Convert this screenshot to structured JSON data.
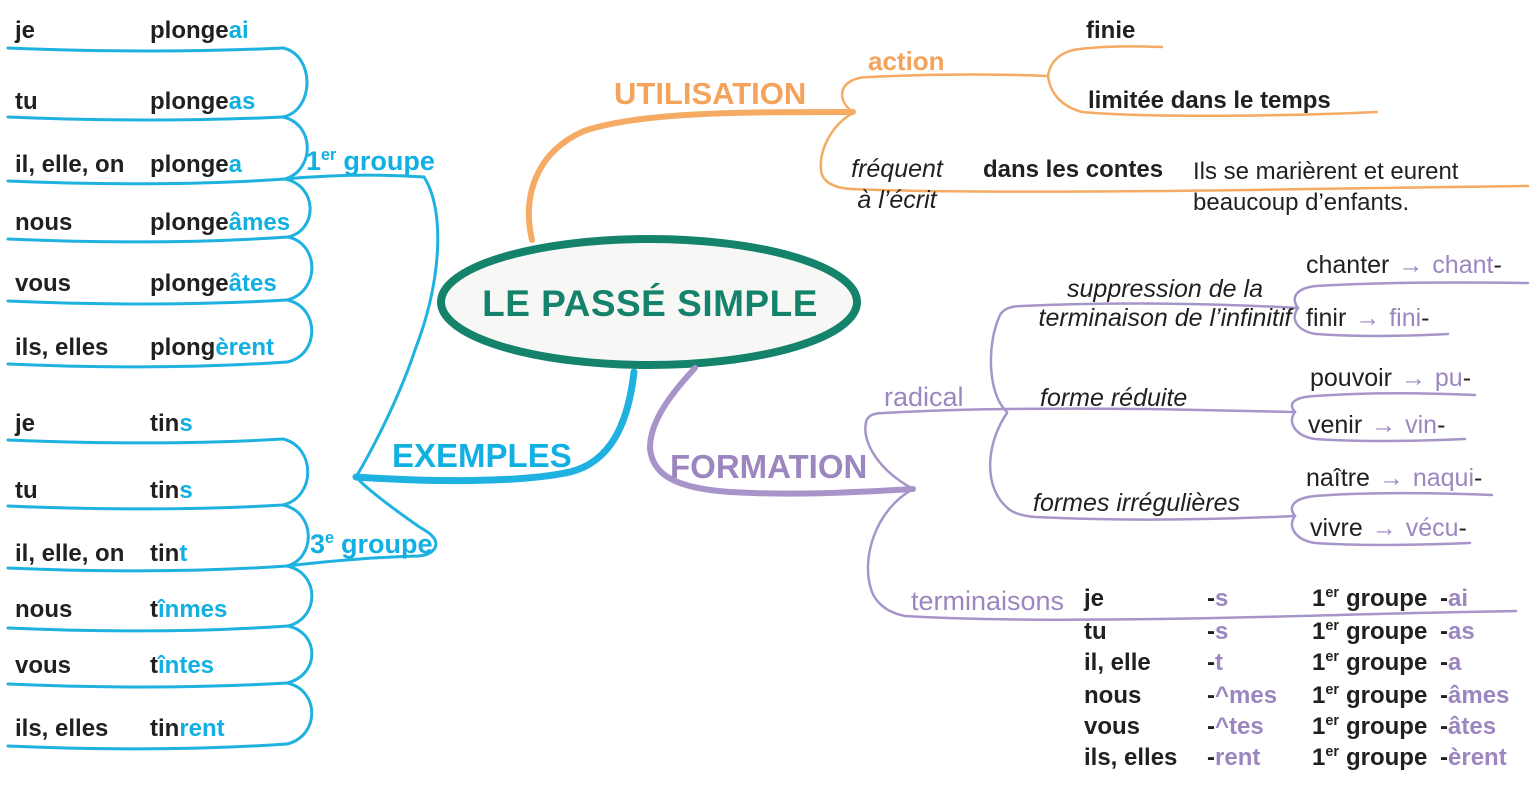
{
  "title": "LE PASSÉ SIMPLE",
  "symbols": {
    "dash": "-",
    "arrow": "→"
  },
  "colors": {
    "green": "#15836b",
    "cyan": "#12b0e2",
    "orange": "#f3a35c",
    "purple": "#9c86c0",
    "text": "#221f1f"
  },
  "exemples": {
    "label": "EXEMPLES",
    "group1": {
      "label_num": "1",
      "label_sup": "er",
      "label_word": "groupe",
      "rows": [
        {
          "pronoun": "je",
          "stem": "plonge",
          "ending": "ai"
        },
        {
          "pronoun": "tu",
          "stem": "plonge",
          "ending": "as"
        },
        {
          "pronoun": "il, elle, on",
          "stem": "plonge",
          "ending": "a"
        },
        {
          "pronoun": "nous",
          "stem": "plonge",
          "ending": "âmes"
        },
        {
          "pronoun": "vous",
          "stem": "plonge",
          "ending": "âtes"
        },
        {
          "pronoun": "ils, elles",
          "stem": "plong",
          "ending": "èrent"
        }
      ]
    },
    "group3": {
      "label_num": "3",
      "label_sup": "e",
      "label_word": "groupe",
      "rows": [
        {
          "pronoun": "je",
          "stem": "tin",
          "ending": "s"
        },
        {
          "pronoun": "tu",
          "stem": "tin",
          "ending": "s"
        },
        {
          "pronoun": "il, elle, on",
          "stem": "tin",
          "ending": "t"
        },
        {
          "pronoun": "nous",
          "stem": "t",
          "ending": "înmes"
        },
        {
          "pronoun": "vous",
          "stem": "t",
          "ending": "întes"
        },
        {
          "pronoun": "ils, elles",
          "stem": "tin",
          "ending": "rent"
        }
      ]
    }
  },
  "utilisation": {
    "label": "UTILISATION",
    "action": {
      "label": "action",
      "items": [
        "finie",
        "limitée dans le temps"
      ]
    },
    "frequent": {
      "label_line1": "fréquent",
      "label_line2": "à l’écrit",
      "context": "dans les contes",
      "example_line1": "Ils se marièrent et eurent",
      "example_line2": "beaucoup d’enfants."
    }
  },
  "formation": {
    "label": "FORMATION",
    "radical": {
      "label": "radical",
      "methods": [
        {
          "label_line1": "suppression de la",
          "label_line2": "terminaison de l’infinitif",
          "examples": [
            {
              "infinitive": "chanter",
              "stem": "chant"
            },
            {
              "infinitive": "finir",
              "stem": "fini"
            }
          ]
        },
        {
          "label": "forme réduite",
          "examples": [
            {
              "infinitive": "pouvoir",
              "stem": "pu"
            },
            {
              "infinitive": "venir",
              "stem": "vin"
            }
          ]
        },
        {
          "label": "formes irrégulières",
          "examples": [
            {
              "infinitive": "naître",
              "stem": "naqui"
            },
            {
              "infinitive": "vivre",
              "stem": "vécu"
            }
          ]
        }
      ]
    },
    "terminaisons": {
      "label": "terminaisons",
      "rows": [
        {
          "pronoun": "je",
          "suffix": "s",
          "group_num": "1",
          "group_sup": "er",
          "group_word": "groupe",
          "group_ending": "ai"
        },
        {
          "pronoun": "tu",
          "suffix": "s",
          "group_num": "1",
          "group_sup": "er",
          "group_word": "groupe",
          "group_ending": "as"
        },
        {
          "pronoun": "il, elle",
          "suffix": "t",
          "group_num": "1",
          "group_sup": "er",
          "group_word": "groupe",
          "group_ending": "a"
        },
        {
          "pronoun": "nous",
          "suffix": "^mes",
          "group_num": "1",
          "group_sup": "er",
          "group_word": "groupe",
          "group_ending": "âmes"
        },
        {
          "pronoun": "vous",
          "suffix": "^tes",
          "group_num": "1",
          "group_sup": "er",
          "group_word": "groupe",
          "group_ending": "âtes"
        },
        {
          "pronoun": "ils, elles",
          "suffix": "rent",
          "group_num": "1",
          "group_sup": "er",
          "group_word": "groupe",
          "group_ending": "èrent"
        }
      ]
    }
  }
}
